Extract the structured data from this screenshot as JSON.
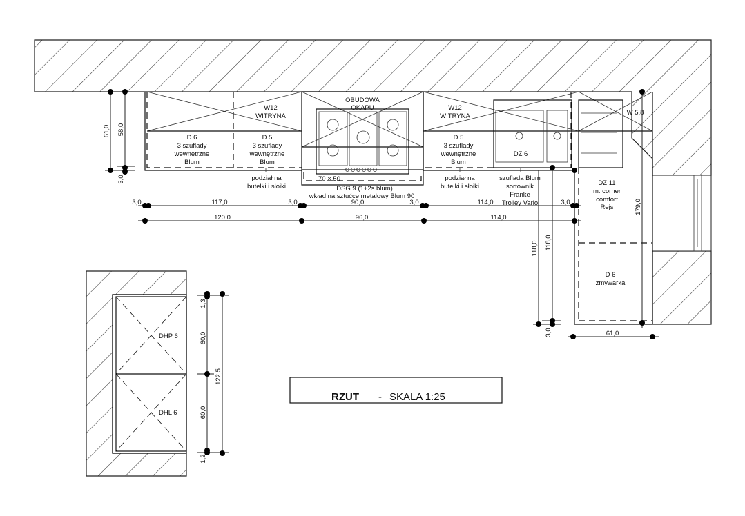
{
  "labels": {
    "w12_left": [
      "W12",
      "WITRYNA"
    ],
    "w12_right": [
      "W12",
      "WITRYNA"
    ],
    "okap": [
      "OBUDOWA",
      "OKAPU"
    ],
    "w58": "W 5,8",
    "d6_left": [
      "D 6",
      "3 szuflady",
      "wewnętrzne",
      "Blum"
    ],
    "d5_left": [
      "D 5",
      "3 szuflady",
      "wewnętrzne",
      "Blum"
    ],
    "d5_right": [
      "D 5",
      "3 szuflady",
      "wewnętrzne",
      "Blum"
    ],
    "podzial_left": [
      "podział na",
      "butelki i słoiki"
    ],
    "podzial_right": [
      "podział na",
      "butelki i słoiki"
    ],
    "hob_size": "70 × 50",
    "dsg": [
      "DSG 9 (1+2s blum)",
      "wkład na sztućce metalowy Blum 90"
    ],
    "dz6": "DZ 6",
    "szuflada": [
      "szuflada Blum",
      "sortownik",
      "Franke",
      "Trolley Vario"
    ],
    "dz11": [
      "DZ 11",
      "m. corner",
      "comfort",
      "Rejs"
    ],
    "d6_zmywarka": [
      "D 6",
      "zmywarka"
    ],
    "dhp6": "DHP 6",
    "dhl6": "DHL 6"
  },
  "dimensions": {
    "v61": "61,0",
    "v58": "58,0",
    "v3_left": "3,0",
    "row1": [
      "3,0",
      "117,0",
      "3,0",
      "90,0",
      "3,0",
      "114,0",
      "3,0"
    ],
    "row2": [
      "120,0",
      "96,0",
      "114,0"
    ],
    "v118a": "118,0",
    "v118b": "118,0",
    "v3_right": "3,0",
    "v179": "179,0",
    "h61": "61,0",
    "v13": "1,3",
    "v60a": "60,0",
    "v60b": "60,0",
    "v12": "1,2",
    "v1225": "122,5"
  },
  "title": {
    "main": "RZUT",
    "sep": "-",
    "scale": "SKALA 1:25"
  }
}
